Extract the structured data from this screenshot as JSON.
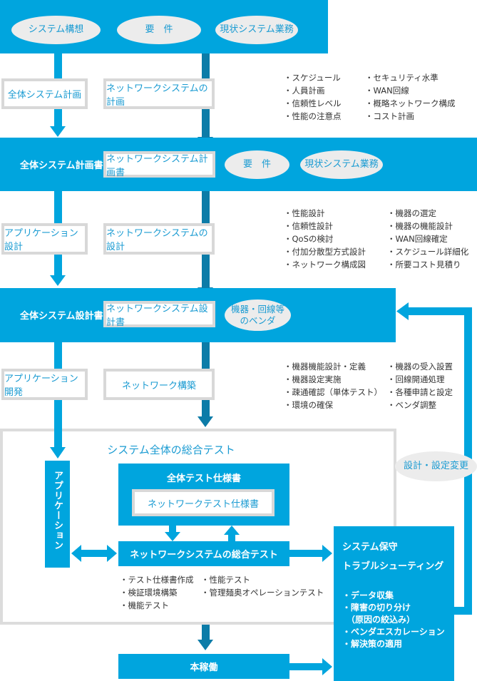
{
  "colors": {
    "band": "#00a5de",
    "arrow_light": "#00a5de",
    "arrow_dark": "#0c7ca8",
    "oval_bg": "#ececec",
    "text_blue": "#1a9bd2"
  },
  "top": {
    "ovals": [
      "システム構想",
      "要　件",
      "現状システム業務"
    ]
  },
  "row_plan": {
    "left": "全体システム計画",
    "mid": "ネットワークシステムの計画",
    "notes_col1": [
      "・スケジュール",
      "・人員計画",
      "・信頼性レベル",
      "・性能の注意点"
    ],
    "notes_col2": [
      "・セキュリティ水準",
      "・WAN回線",
      "・概略ネットワーク構成",
      "・コスト計画"
    ]
  },
  "band_plan": {
    "left": "全体システム計画書",
    "mid": "ネットワークシステム計画書",
    "ovals": [
      "要　件",
      "現状システム業務"
    ]
  },
  "row_design": {
    "left": "アプリケーション設計",
    "mid": "ネットワークシステムの設計",
    "notes_col1": [
      "・性能設計",
      "・信頼性設計",
      "・QoSの検討",
      "・付加分散型方式設計",
      "・ネットワーク構成図"
    ],
    "notes_col2": [
      "・機器の選定",
      "・機器の機能設計",
      "・WAN回線確定",
      "・スケジュール詳細化",
      "・所要コスト見積り"
    ]
  },
  "band_design": {
    "left": "全体システム設計書",
    "mid": "ネットワークシステム設計書",
    "oval_line1": "機器・回線等",
    "oval_line2": "のベンダ"
  },
  "row_build": {
    "left": "アプリケーション開発",
    "mid": "ネットワーク構築",
    "notes_col1": [
      "・機器機能設計・定義",
      "・機器設定実施",
      "・疎通確認（単体テスト）",
      "・環境の確保"
    ],
    "notes_col2": [
      "・機器の受入設置",
      "・回線開通処理",
      "・各種申請と設定",
      "・ベンダ調整"
    ]
  },
  "test": {
    "title": "システム全体の総合テスト",
    "application": "アプリケーション",
    "spec_outer": "全体テスト仕様書",
    "spec_inner": "ネットワークテスト仕様書",
    "integration": "ネットワークシステムの総合テスト",
    "notes_col1": [
      "・テスト仕様書作成",
      "・検証環境構築",
      "・機能テスト"
    ],
    "notes_col2": [
      "・性能テスト",
      "・管理麺奥オペレーションテスト"
    ]
  },
  "feedback": {
    "label": "設計・設定変更"
  },
  "maintenance": {
    "title1": "システム保守",
    "title2": "トラブルシューティング",
    "items": [
      "・データ収集",
      "・障害の切り分け",
      "　（原因の絞込み）",
      "・ベンダエスカレーション",
      "・解決策の適用"
    ]
  },
  "production": {
    "label": "本稼働"
  }
}
